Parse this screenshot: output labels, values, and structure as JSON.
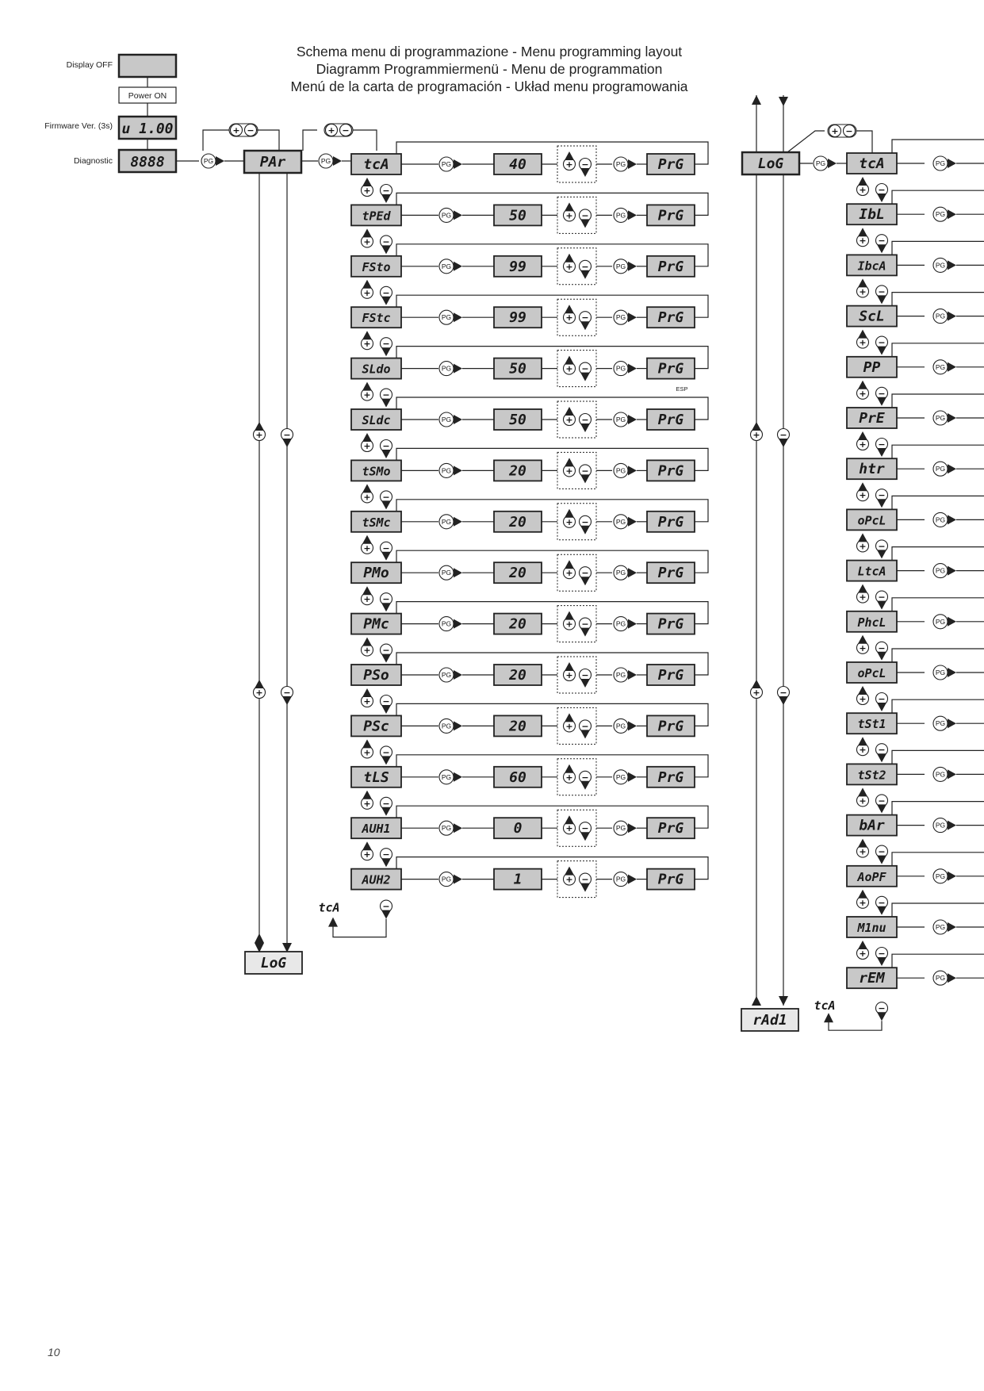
{
  "title": {
    "line1": "Schema menu di programmazione - Menu programming layout",
    "line2": "Diagramm Programmiermenü - Menu de programmation",
    "line3": "Menú de la carta de programación - Układ menu programowania"
  },
  "left_panel": {
    "display_off_label": "Display OFF",
    "power_on_label": "Power ON",
    "firmware_label": "Firmware Ver. (3s)",
    "firmware_value": "u 1.00",
    "diagnostic_label": "Diagnostic",
    "diagnostic_value": "8888"
  },
  "pg_label": "PG",
  "par_menu": {
    "title": "PAr",
    "exit_target": "LoG",
    "return_label": "tcA",
    "items": [
      {
        "code": "tcA",
        "value": "40",
        "action": "PrG"
      },
      {
        "code": "tPEd",
        "value": "50",
        "action": "PrG"
      },
      {
        "code": "FSto",
        "value": "99",
        "action": "PrG"
      },
      {
        "code": "FStc",
        "value": "99",
        "action": "PrG"
      },
      {
        "code": "SLdo",
        "value": "50",
        "action": "PrG"
      },
      {
        "code": "SLdc",
        "value": "50",
        "action": "PrG"
      },
      {
        "code": "tSMo",
        "value": "20",
        "action": "PrG"
      },
      {
        "code": "tSMc",
        "value": "20",
        "action": "PrG"
      },
      {
        "code": "PMo",
        "value": "20",
        "action": "PrG"
      },
      {
        "code": "PMc",
        "value": "20",
        "action": "PrG"
      },
      {
        "code": "PSo",
        "value": "20",
        "action": "PrG"
      },
      {
        "code": "PSc",
        "value": "20",
        "action": "PrG"
      },
      {
        "code": "tLS",
        "value": "60",
        "action": "PrG"
      },
      {
        "code": "AUH1",
        "value": "0",
        "action": "PrG"
      },
      {
        "code": "AUH2",
        "value": "1",
        "action": "PrG"
      }
    ],
    "esp_note": "ESP"
  },
  "log_menu": {
    "title": "LoG",
    "exit_target": "rAd1",
    "return_label": "tcA",
    "items": [
      {
        "code": "tcA"
      },
      {
        "code": "IbL"
      },
      {
        "code": "IbcA"
      },
      {
        "code": "ScL"
      },
      {
        "code": "PP"
      },
      {
        "code": "PrE"
      },
      {
        "code": "htr"
      },
      {
        "code": "oPcL"
      },
      {
        "code": "LtcA"
      },
      {
        "code": "PhcL"
      },
      {
        "code": "oPcL"
      },
      {
        "code": "tSt1"
      },
      {
        "code": "tSt2"
      },
      {
        "code": "bAr"
      },
      {
        "code": "AoPF"
      },
      {
        "code": "M1nu"
      },
      {
        "code": "rEM"
      }
    ]
  },
  "page_number": "10",
  "colors": {
    "lcd_fill": "#c8c8c8",
    "line": "#222222",
    "paper": "#ffffff"
  }
}
